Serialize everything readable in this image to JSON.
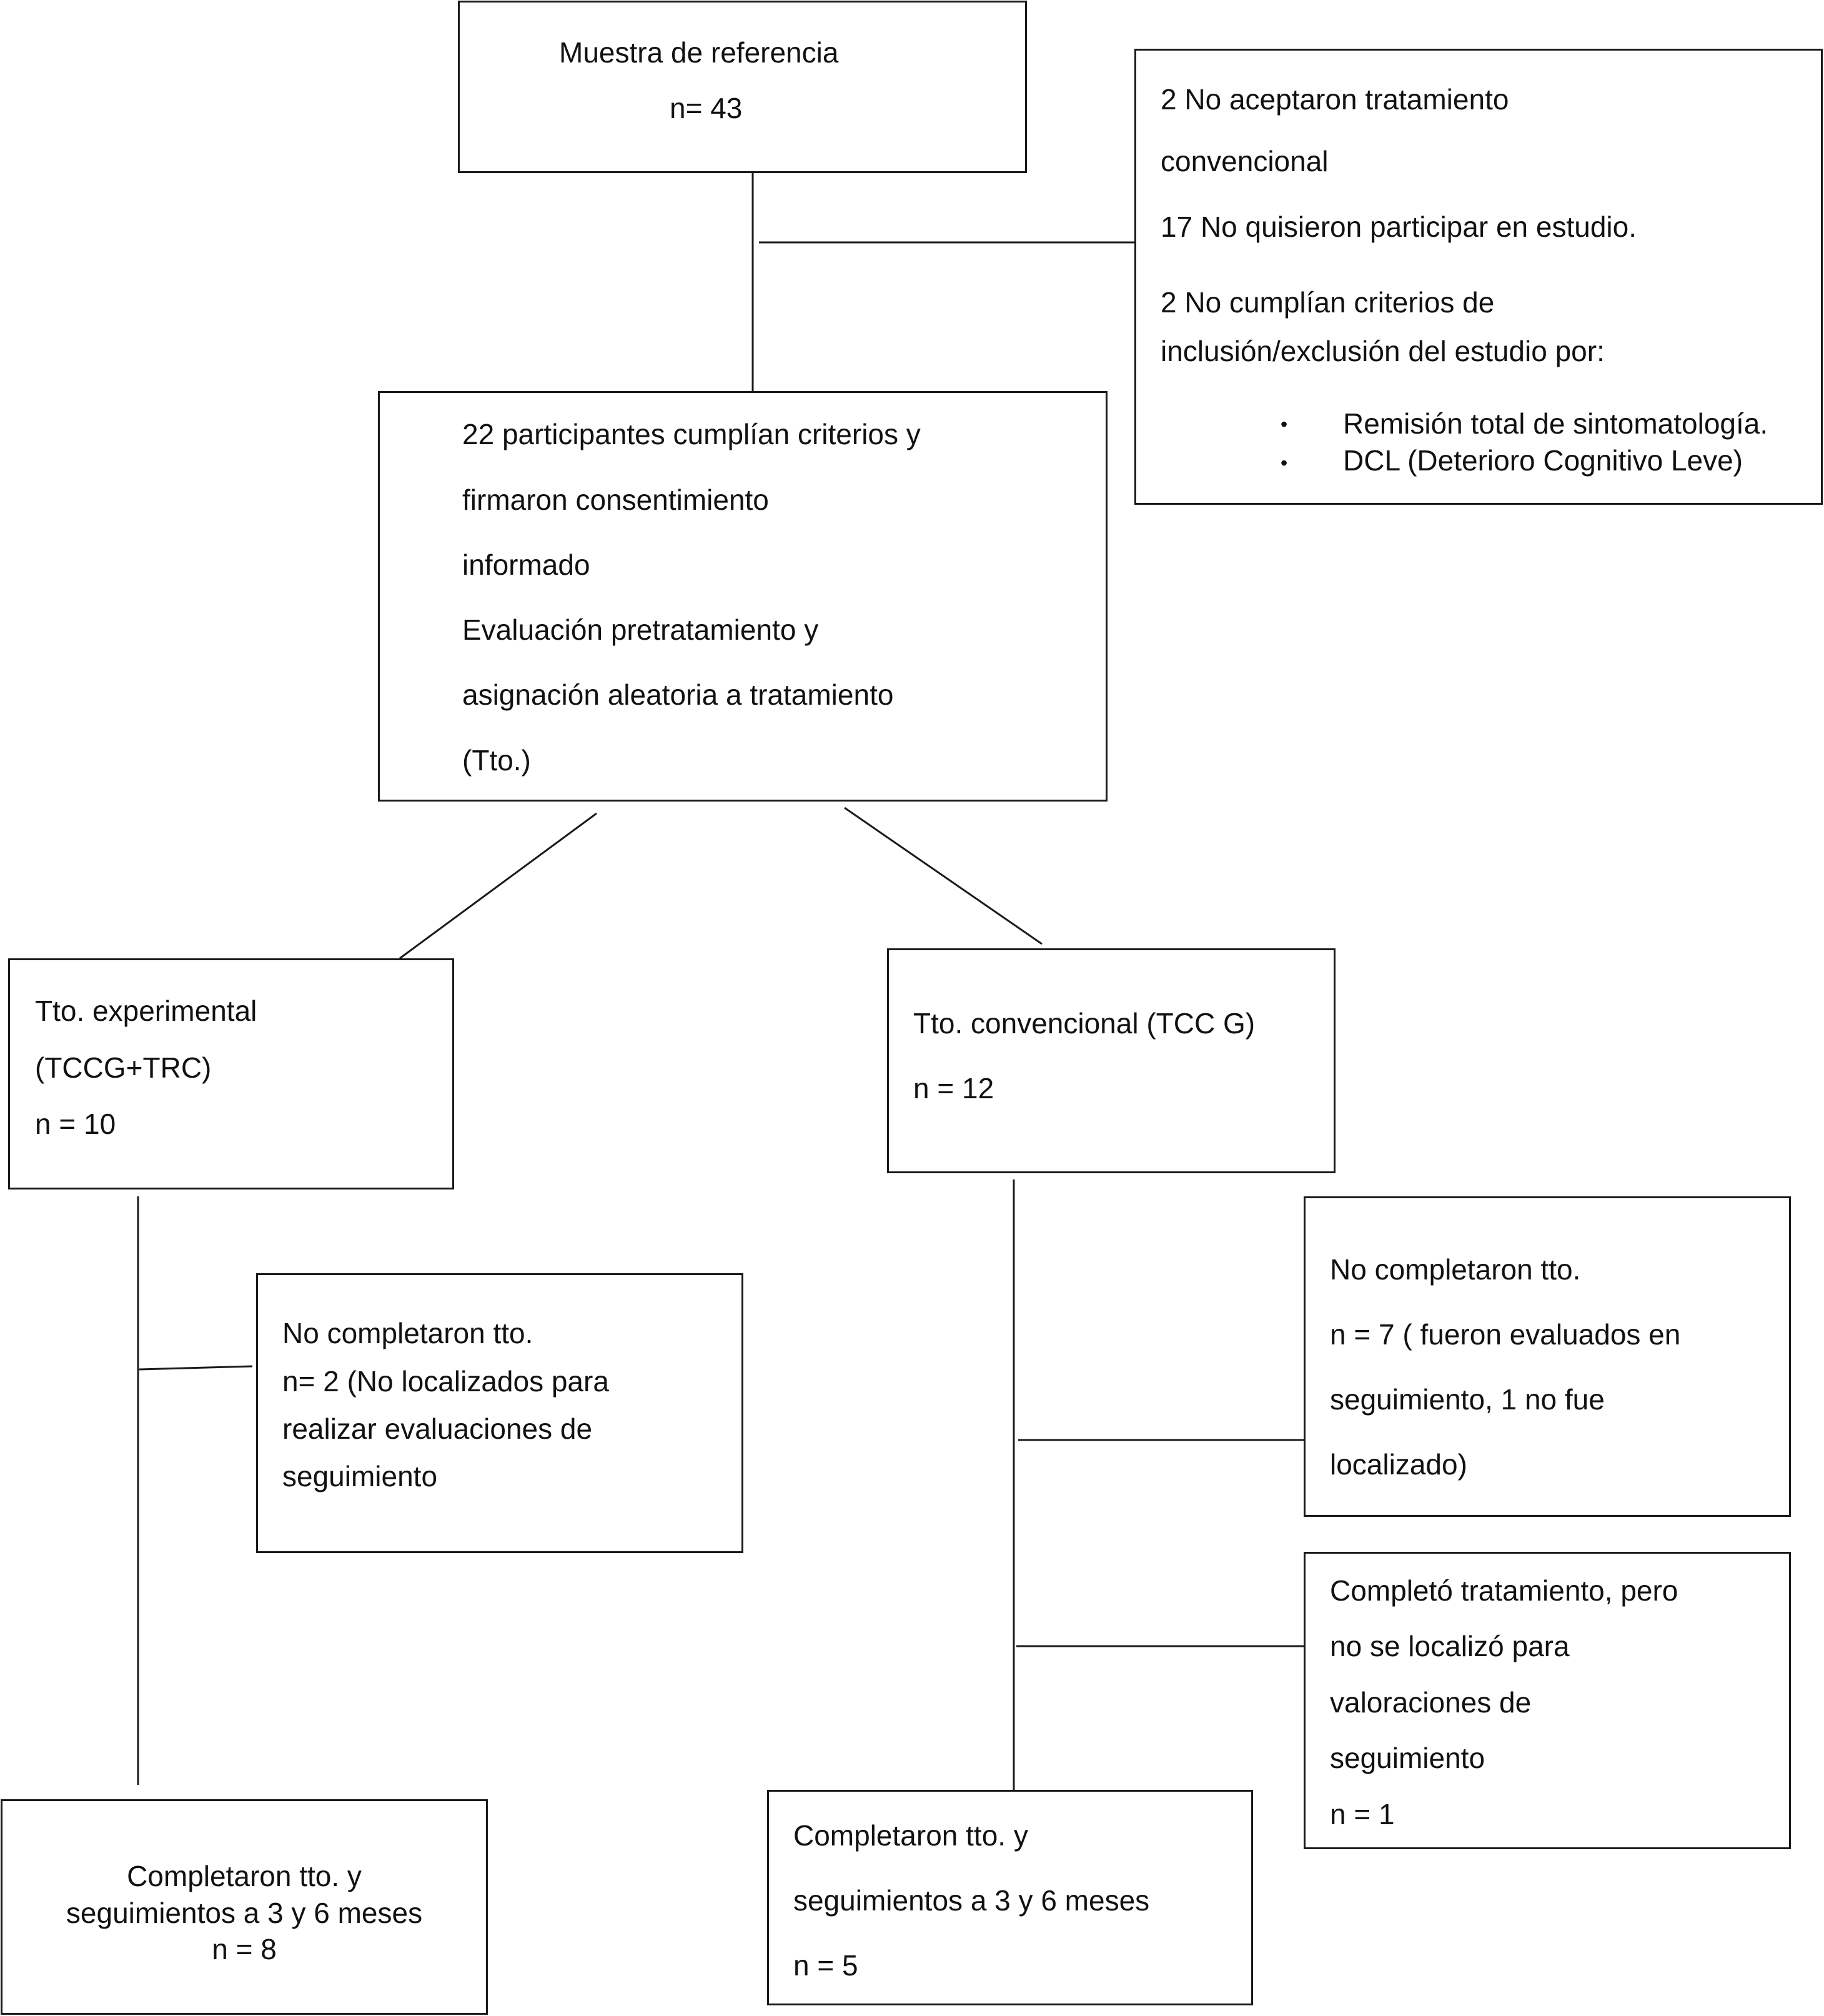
{
  "reference_sample": {
    "title": "Muestra de referencia",
    "n": "n= 43"
  },
  "excluded": {
    "line1": "2 No aceptaron tratamiento",
    "line2": "convencional",
    "line3": "17 No quisieron participar en estudio.",
    "line4": "2 No cumplían criterios de",
    "line5": "inclusión/exclusión del estudio por:",
    "bullets": [
      "Remisión total de sintomatología.",
      "DCL (Deterioro Cognitivo Leve)"
    ]
  },
  "enrolled": {
    "line1": "22 participantes cumplían criterios y",
    "line2": "firmaron consentimiento",
    "line3": "informado",
    "line4": "Evaluación pretratamiento y",
    "line5": "asignación aleatoria a tratamiento",
    "line6": "(Tto.)"
  },
  "experimental": {
    "line1": "Tto. experimental",
    "line2": "(TCCG+TRC)",
    "n": "n = 10"
  },
  "conventional": {
    "line1": "Tto. convencional (TCC G)",
    "n": "n = 12"
  },
  "exp_dropout": {
    "line1": "No completaron tto.",
    "line2": "n= 2 (No localizados para",
    "line3": "realizar evaluaciones de",
    "line4": "seguimiento"
  },
  "conv_dropout": {
    "line1": "No completaron tto.",
    "line2": "n =  7 ( fueron evaluados en",
    "line3": "seguimiento, 1 no fue",
    "line4": "localizado)"
  },
  "conv_lost": {
    "line1": "Completó tratamiento, pero",
    "line2": "no se localizó para",
    "line3": "valoraciones de",
    "line4": "seguimiento",
    "n": "n = 1"
  },
  "exp_completed": {
    "line1": "Completaron tto. y",
    "line2": "seguimientos a 3 y 6 meses",
    "n": "n = 8"
  },
  "conv_completed": {
    "line1": "Completaron tto. y",
    "line2": "seguimientos a 3 y 6 meses",
    "n": "n = 5"
  }
}
